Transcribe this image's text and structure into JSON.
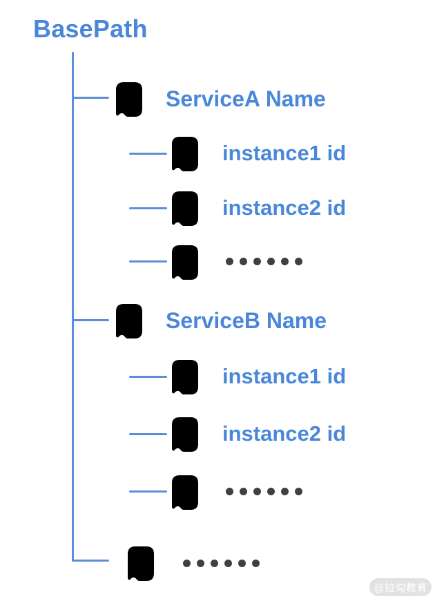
{
  "diagram": {
    "type": "tree",
    "root": {
      "label": "BasePath"
    },
    "nodes": [
      {
        "id": "serviceA",
        "level": 1,
        "type": "file",
        "label": "ServiceA Name"
      },
      {
        "id": "serviceA-instance1",
        "level": 2,
        "type": "file",
        "label": "instance1 id"
      },
      {
        "id": "serviceA-instance2",
        "level": 2,
        "type": "file",
        "label": "instance2 id"
      },
      {
        "id": "serviceA-more",
        "level": 2,
        "type": "ellipsis",
        "label": "······",
        "dot_count": 6
      },
      {
        "id": "serviceB",
        "level": 1,
        "type": "file",
        "label": "ServiceB Name"
      },
      {
        "id": "serviceB-instance1",
        "level": 2,
        "type": "file",
        "label": "instance1 id"
      },
      {
        "id": "serviceB-instance2",
        "level": 2,
        "type": "file",
        "label": "instance2 id"
      },
      {
        "id": "serviceB-more",
        "level": 2,
        "type": "ellipsis",
        "label": "······",
        "dot_count": 6
      },
      {
        "id": "more-services",
        "level": 1,
        "type": "ellipsis",
        "label": "······",
        "dot_count": 6
      }
    ],
    "colors": {
      "label_text": "#4A87D9",
      "icon_stroke": "#4BA1F3",
      "tree_line": "#5C8FD8",
      "ellipsis_dot": "#3F4043",
      "background": "#FFFFFF"
    }
  },
  "watermark": {
    "label": "@拉勾教育",
    "bg": "#E2E2E2",
    "text_color": "#FFFFFF"
  }
}
